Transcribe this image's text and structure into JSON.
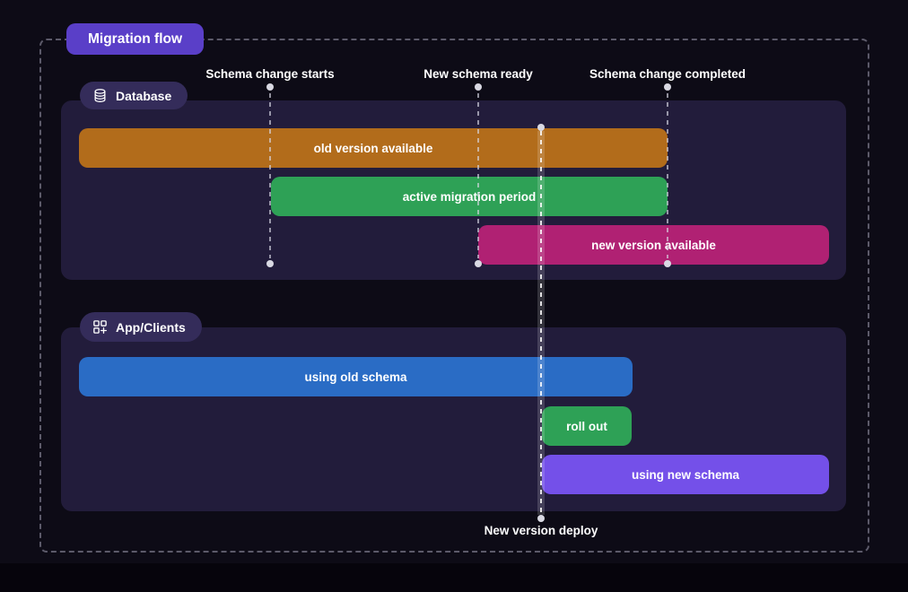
{
  "title_badge": "Migration flow",
  "milestones": [
    {
      "label": "Schema change starts"
    },
    {
      "label": "New schema ready"
    },
    {
      "label": "Schema change completed"
    }
  ],
  "deploy_marker": {
    "label": "New version deploy"
  },
  "sections": [
    {
      "label": "Database",
      "icon": "database-icon",
      "bars": [
        {
          "label": "old version available",
          "color": "#b26c1b"
        },
        {
          "label": "active migration period",
          "color": "#2ea156"
        },
        {
          "label": "new version available",
          "color": "#b02173"
        }
      ]
    },
    {
      "label": "App/Clients",
      "icon": "apps-plus-icon",
      "bars": [
        {
          "label": "using old schema",
          "color": "#2a6cc5"
        },
        {
          "label": "roll out",
          "color": "#2ea156"
        },
        {
          "label": "using new schema",
          "color": "#7450e9"
        }
      ]
    }
  ],
  "colors": {
    "background": "#0d0b16",
    "panel": "#221c3b",
    "title_badge": "#5a3fc8",
    "section_badge": "#342c5a",
    "marker_dot": "#d9d9e3",
    "frame_dash": "#acaabe"
  }
}
